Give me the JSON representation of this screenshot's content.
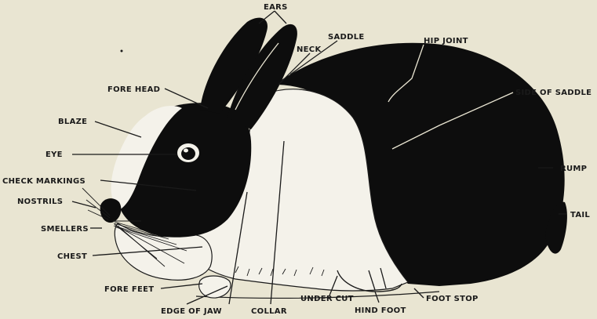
{
  "labels": {
    "ears": "EARS",
    "saddle": "SADDLE",
    "neck": "NECK",
    "hip_joint": "HIP JOINT",
    "fore_head": "FORE HEAD",
    "side_of_saddle": "SIDE OF SADDLE",
    "blaze": "BLAZE",
    "eye": "EYE",
    "rump": "RUMP",
    "check_markings": "CHECK MARKINGS",
    "nostrils": "NOSTRILS",
    "tail": "TAIL",
    "smellers": "SMELLERS",
    "chest": "CHEST",
    "fore_feet": "FORE FEET",
    "foot_stop": "FOOT STOP",
    "under_cut": "UNDER CUT",
    "edge_of_jaw": "EDGE OF JAW",
    "collar": "COLLAR",
    "hind_foot": "HIND FOOT"
  },
  "colors": {
    "background": "#e9e5d2",
    "fur_dark": "#0d0d0d",
    "fur_light": "#f4f2ea"
  }
}
